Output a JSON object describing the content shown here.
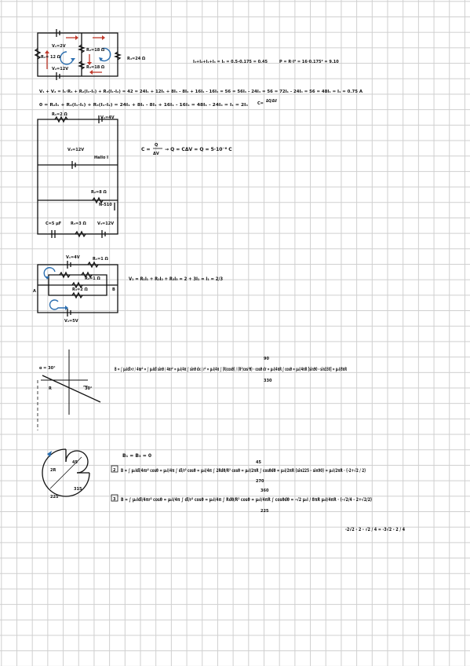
{
  "circuit1": {
    "v1": "V₁=2V",
    "r1": "R₁= 12 Ω",
    "r2": "R₂=18 Ω",
    "r3": "R₃=18 Ω",
    "v2": "V₂=12V",
    "r4": "R₄=24 Ω"
  },
  "eq1": {
    "currents": "I₃+I₂+I₁+I₄ = I₃ = 0.5-0.175 = 0.45",
    "power": "P = R·I² = 16·0.175² = 9.10"
  },
  "eq2": "V₁ + V₂ = I₁·R₄ + R₂(I₁-I₄) + R₃(I₁-I₂) = 42 = 24I₁ + 12I₁ + 8I₁ - 8I₄ + 16I₁ - 16I₄ = 56 = 56I₁ - 24I₄ = 56 = 72I₁ - 24I₄ = 56 = 48I₁ = I₁ = 0.75 A",
  "eq3": "0 = R₂I₁ + R₂(I₁-I₄) + R₃(I₁-I₂) = 24I₁ + 8I₁ - 8I₄ + 16I₁ - 16I₄ = 48I₁ - 24I₄ = I₁ = 2I₄",
  "eq3_c": "C=",
  "eq3_c_frac": "ΔQ/ΔV",
  "circuit2": {
    "r1": "R₁=2 Ω",
    "v1": "V₁=4V",
    "v2": "V₂=12V",
    "switch": "Hallo I",
    "r2": "R₂=8 Ω",
    "n": "N-510",
    "cap": "C=5 μF",
    "r3": "R₃=3 Ω",
    "v3": "V₃=12V"
  },
  "cap_eq": {
    "lhs": "C =",
    "num": "Q",
    "den": "ΔV",
    "rhs": "→ Q = CΔV = Q = 5·10⁻⁶ C"
  },
  "circuit3": {
    "v1": "V₁=4V",
    "r1": "R₁=1 Ω",
    "r2": "R₂=1 Ω",
    "r3": "R₃=2 Ω",
    "a": "A",
    "b": "B",
    "v2": "V₂=5V",
    "eq": "V₁ = R₁I₁ + R₂I₂ + R₃I₃ = 2 + 3I₁ = I₁ = 2/3"
  },
  "biot1": {
    "angle": "α = 30°",
    "corner": "30°",
    "r_label": "R",
    "integral": "B = ∫ μ₀Idl×r / 4πr² = ∫ μ₀Idl sinθ / 4πr² = μ₀I/4π ∫ sinθ dx / r² = μ₀I/4π ∫ (R/cosθ) / (R²/cos²θ) · cosθ dr = μ₀I/4πR ∫ cosθ = μ₀I/4πR [sin90 - sin330] = μ₀I/8πR",
    "upper": "90",
    "lower": "330"
  },
  "biot2": {
    "given": "B₁ = B₃ = 0",
    "marker2": "2",
    "marker3": "3",
    "label_45": "45",
    "label_225": "225",
    "label_315": "315",
    "label_r": "2R",
    "eq2": "B = ∫ μ₀Idl/4πr² cosθ = μ₀I/4π ∫ dl/r² cosθ = μ₀I/4π ∫ 2Rdθ/R² cosθ = μ₀I/2πR ∫ cosθdθ = μ₀I/2πR (sin225 - sin90) = μ₀I/2πR · (-2+√2 / 2)",
    "eq2_upper": "45",
    "eq2_lower": "270",
    "eq3": "B = ∫ μ₀Idl/4πr² cosθ = μ₀I/4π ∫ dl/r² cosθ = μ₀I/4π ∫ Rdθ/R² cosθ = μ₀I/4πR ∫ cosθdθ = -√2 μ₀I / 8πR   μ₀I/4πR · (-√2/4 - 2+√2/2)",
    "eq3_upper": "360",
    "eq3_lower": "225",
    "final": "-2√2 - 2 - √2 / 4 = -3√2 - 2 / 4"
  }
}
